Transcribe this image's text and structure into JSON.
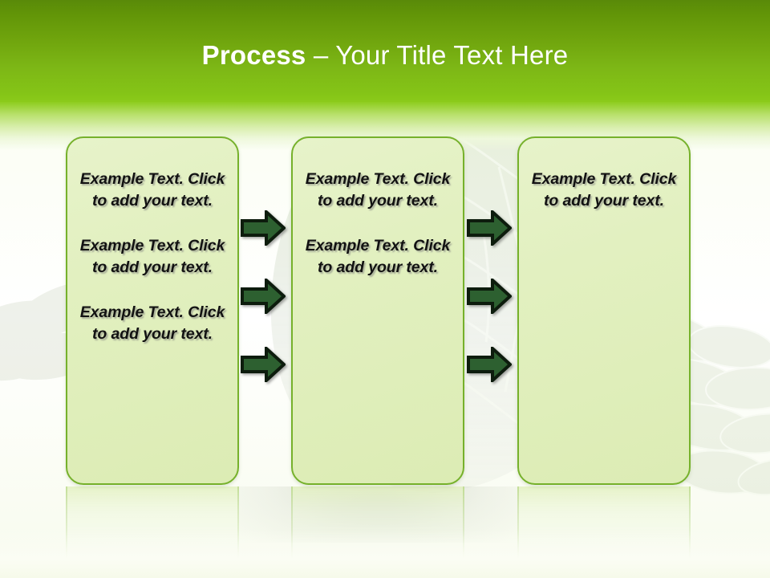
{
  "slide": {
    "title": {
      "bold_part": "Process",
      "dash": " – ",
      "rest": "Your Title Text Here",
      "full": "Process – Your Title Text Here"
    },
    "theme": {
      "header_top_color": "#598a09",
      "header_bottom_color": "#8ccb1b",
      "box_border_color": "#76b12b",
      "box_fill_color": "#e2f0c0",
      "arrow_fill_color": "#2d6030",
      "arrow_outline_color": "#0d1c0d",
      "title_text_color": "#ffffff",
      "body_text_color": "#121212",
      "background_color": "#ffffff"
    },
    "columns": [
      {
        "id": "column-1",
        "paragraphs": [
          "Example Text. Click  to add your text.",
          "Example Text. Click  to add your text.",
          "Example Text. Click  to add your text."
        ]
      },
      {
        "id": "column-2",
        "paragraphs": [
          "Example Text. Click  to add your text.",
          "Example Text. Click  to add your text."
        ]
      },
      {
        "id": "column-3",
        "paragraphs": [
          "Example Text. Click  to add your text."
        ]
      }
    ],
    "connectors": [
      {
        "id": "arrow-col-a-row-1",
        "icon": "arrow-right-icon"
      },
      {
        "id": "arrow-col-a-row-2",
        "icon": "arrow-right-icon"
      },
      {
        "id": "arrow-col-a-row-3",
        "icon": "arrow-right-icon"
      },
      {
        "id": "arrow-col-b-row-1",
        "icon": "arrow-right-icon"
      },
      {
        "id": "arrow-col-b-row-2",
        "icon": "arrow-right-icon"
      },
      {
        "id": "arrow-col-b-row-3",
        "icon": "arrow-right-icon"
      }
    ],
    "decorations": {
      "watermark": "leaf-watermark",
      "reflection": "box-reflection"
    }
  }
}
